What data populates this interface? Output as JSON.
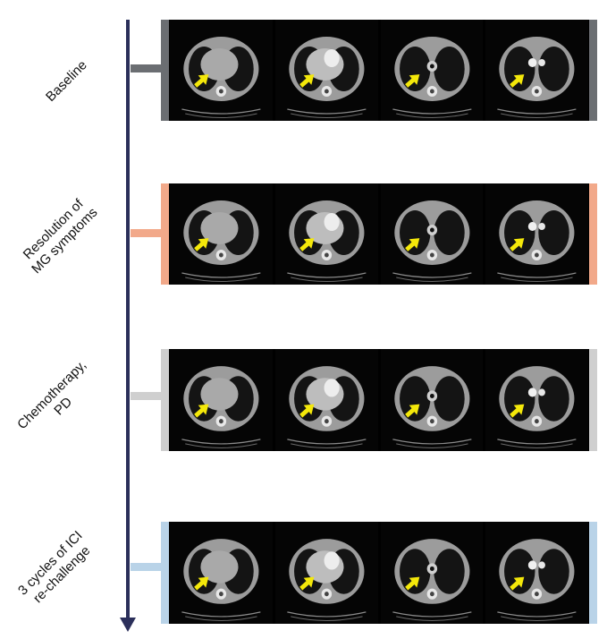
{
  "stages": [
    {
      "id": "baseline",
      "label_lines": [
        "Baseline"
      ],
      "color": "#6b6e72",
      "panel_bg": "#000000"
    },
    {
      "id": "resolution",
      "label_lines": [
        "Resolution of",
        "MG symptoms"
      ],
      "color": "#f2a98a",
      "panel_bg": "#000000"
    },
    {
      "id": "chemo",
      "label_lines": [
        "Chemotherapy,",
        "PD"
      ],
      "color": "#cfcfcf",
      "panel_bg": "#000000"
    },
    {
      "id": "rechallenge",
      "label_lines": [
        "3 cycles of ICI",
        "re-challenge"
      ],
      "color": "#b9d3e8",
      "panel_bg": "#000000"
    }
  ],
  "colors": {
    "axis": "#2b2f5a",
    "arrow_marker": "#f4e80a"
  },
  "scan_types": [
    "lower-thorax-slice",
    "heart-level-slice",
    "carina-level-slice",
    "upper-thorax-slice"
  ]
}
